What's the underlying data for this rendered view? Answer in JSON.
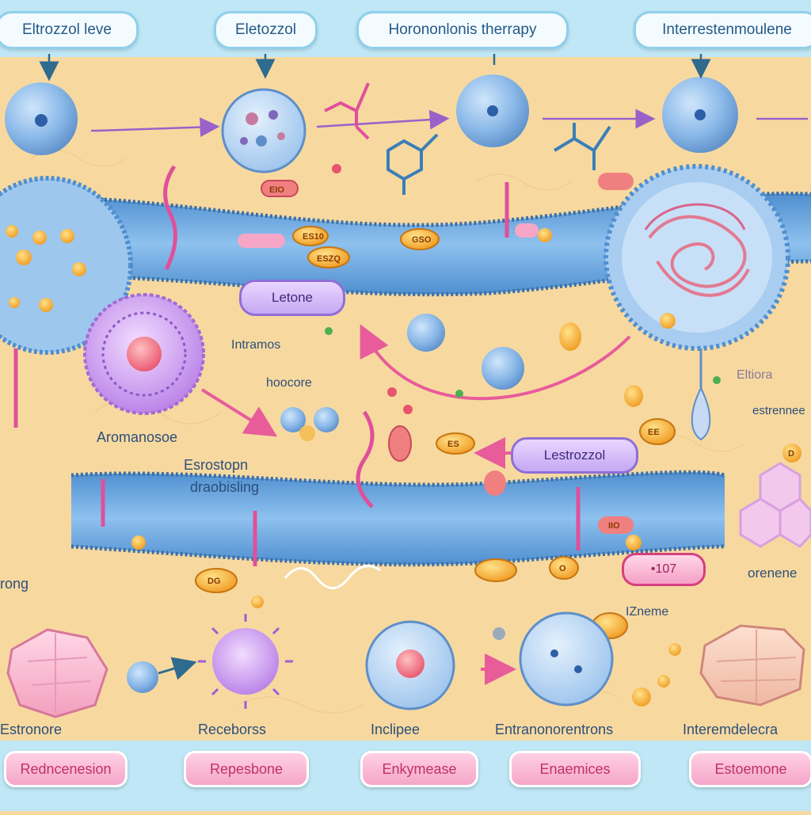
{
  "top_labels": [
    "Eltrozzol leve",
    "Eletozzol",
    "Horononlonis therrapy",
    "Interrestenmoulene"
  ],
  "bottom_labels": [
    "Redncenesion",
    "Repesbone",
    "Enkymease",
    "Enaemices",
    "Estoemone"
  ],
  "caption_labels": [
    "Estronore",
    "Receborss",
    "Inclipee",
    "Entranonorentrons",
    "Interemdelecra"
  ],
  "pill_letrone": "Letone",
  "pill_lestrozol": "Lestrozzol",
  "pill_number": "•107",
  "text_intramos": "Intramos",
  "text_hoocore": "hoocore",
  "text_aromanose": "Aromanosoe",
  "text_esrostopn": "Esrostopn",
  "text_draobisling": "draobisling",
  "text_eltiora": "Eltiora",
  "text_estrennee": "estrennee",
  "text_orong": "rong",
  "text_orenene": "orenene",
  "text_izneme": "IZneme",
  "enzyme_tags": [
    "ESZQ",
    "GSO",
    "ES10",
    "EIO",
    "ES",
    "D",
    "IIO",
    "O",
    "DG",
    "EE"
  ],
  "colors": {
    "background": "#f7d9a0",
    "sky_band": "#bfe7f6",
    "membrane": "#6fa8dc",
    "cell_blue": "#7fb3e6",
    "pink": "#e86aa5",
    "enzyme": "#f5a623"
  }
}
